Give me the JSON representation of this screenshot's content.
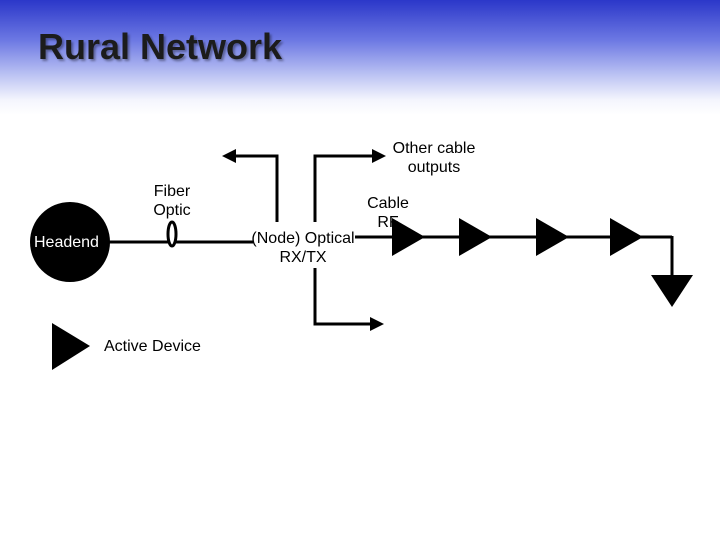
{
  "slide": {
    "title": "Rural Network"
  },
  "diagram": {
    "headend_label": "Headend",
    "fiber_label": "Fiber Optic",
    "node_label": "(Node) Optical RX/TX",
    "cable_rf_label": "Cable RF",
    "other_outputs_label": "Other cable outputs",
    "legend_label": "Active Device"
  },
  "colors": {
    "title_band": "#2b37c9",
    "line": "#000000",
    "node_fill": "#000000"
  }
}
